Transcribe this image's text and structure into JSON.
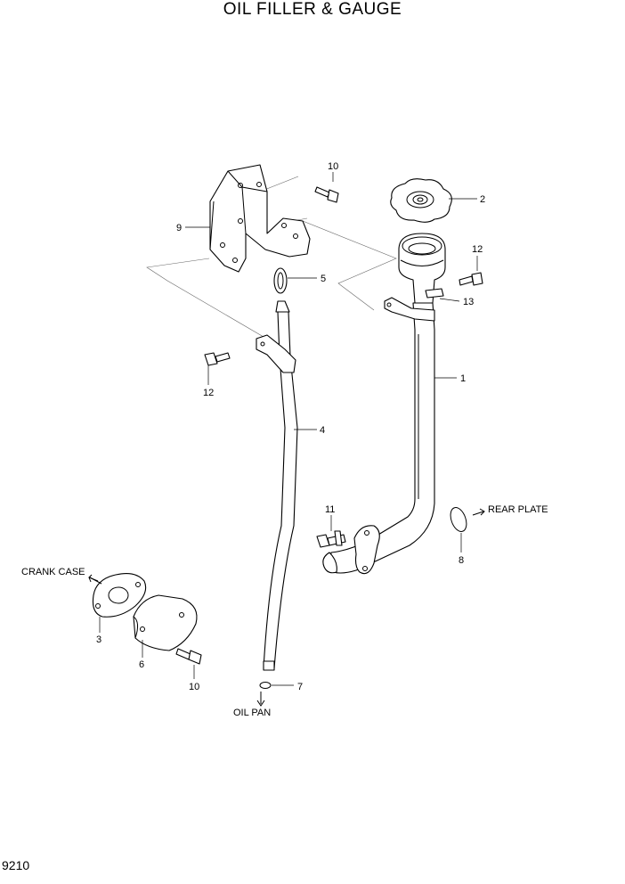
{
  "title": "OIL FILLER & GAUGE",
  "page_number": "9210",
  "callouts": {
    "c1": "1",
    "c2": "2",
    "c3": "3",
    "c4": "4",
    "c5": "5",
    "c6": "6",
    "c7": "7",
    "c8": "8",
    "c9": "9",
    "c10a": "10",
    "c10b": "10",
    "c11": "11",
    "c12a": "12",
    "c12b": "12",
    "c13": "13"
  },
  "notes": {
    "crank_case": "CRANK CASE",
    "rear_plate": "REAR PLATE",
    "oil_pan": "OIL PAN"
  }
}
